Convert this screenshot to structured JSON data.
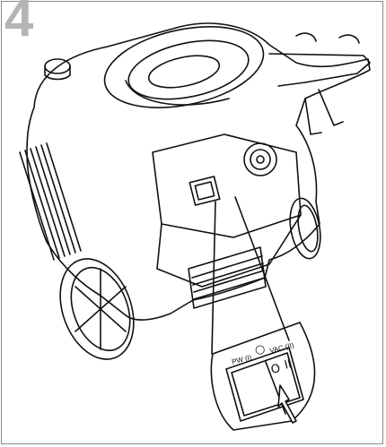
{
  "step": {
    "number": "4"
  },
  "switch_panel": {
    "pw_label": "PW (I)",
    "vac_label": "VAC (II)",
    "position_one": "O",
    "position_two": "II"
  },
  "colors": {
    "ink": "#111111",
    "step_number": "#b4b4b4",
    "frame": "#8a8a8a"
  }
}
